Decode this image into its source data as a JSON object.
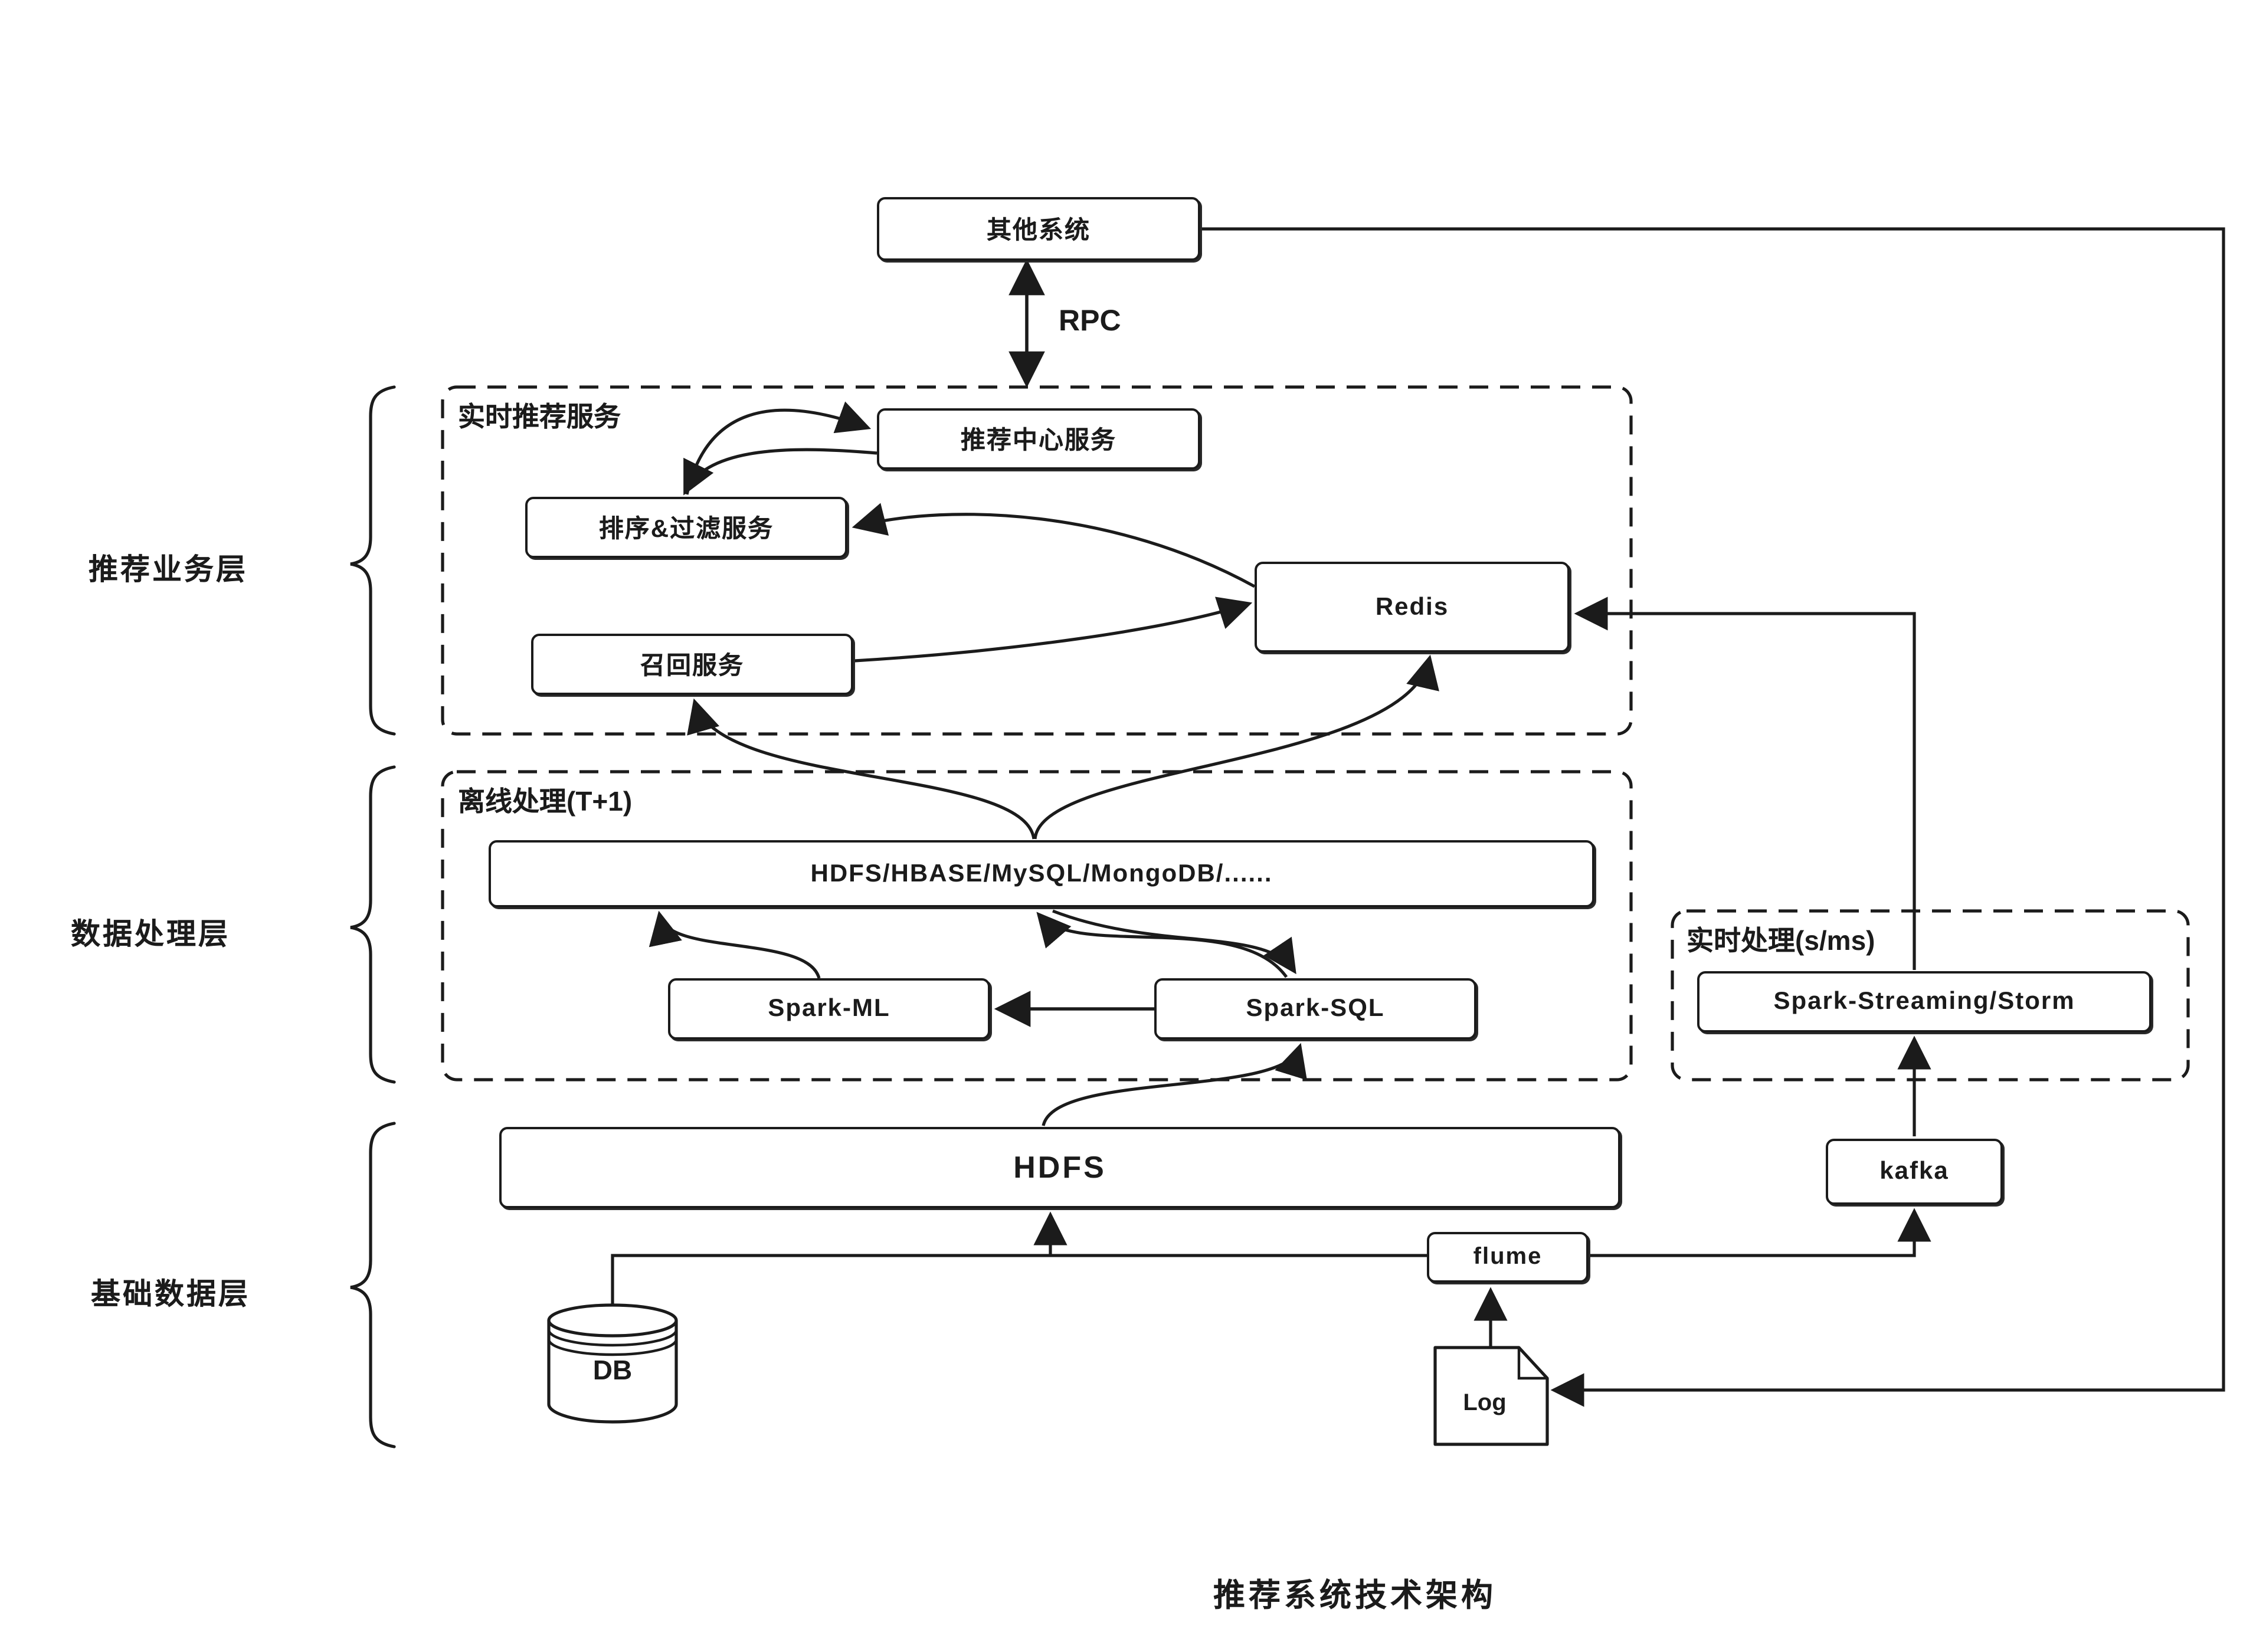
{
  "title": "推荐系统技术架构",
  "layers": [
    {
      "label": "推荐业务层"
    },
    {
      "label": "数据处理层"
    },
    {
      "label": "基础数据层"
    }
  ],
  "groups": {
    "realtime_service": "实时推荐服务",
    "offline": "离线处理(T+1)",
    "realtime_processing": "实时处理(s/ms)"
  },
  "nodes": {
    "other_system": "其他系统",
    "rec_center": "推荐中心服务",
    "rank_filter": "排序&过滤服务",
    "recall": "召回服务",
    "redis": "Redis",
    "storage_row": "HDFS/HBASE/MySQL/MongoDB/......",
    "spark_ml": "Spark-ML",
    "spark_sql": "Spark-SQL",
    "spark_streaming": "Spark-Streaming/Storm",
    "hdfs": "HDFS",
    "kafka": "kafka",
    "flume": "flume",
    "db": "DB",
    "log": "Log"
  },
  "labels": {
    "rpc": "RPC"
  },
  "colors": {
    "line": "#1b1b1b",
    "background": "#ffffff"
  }
}
